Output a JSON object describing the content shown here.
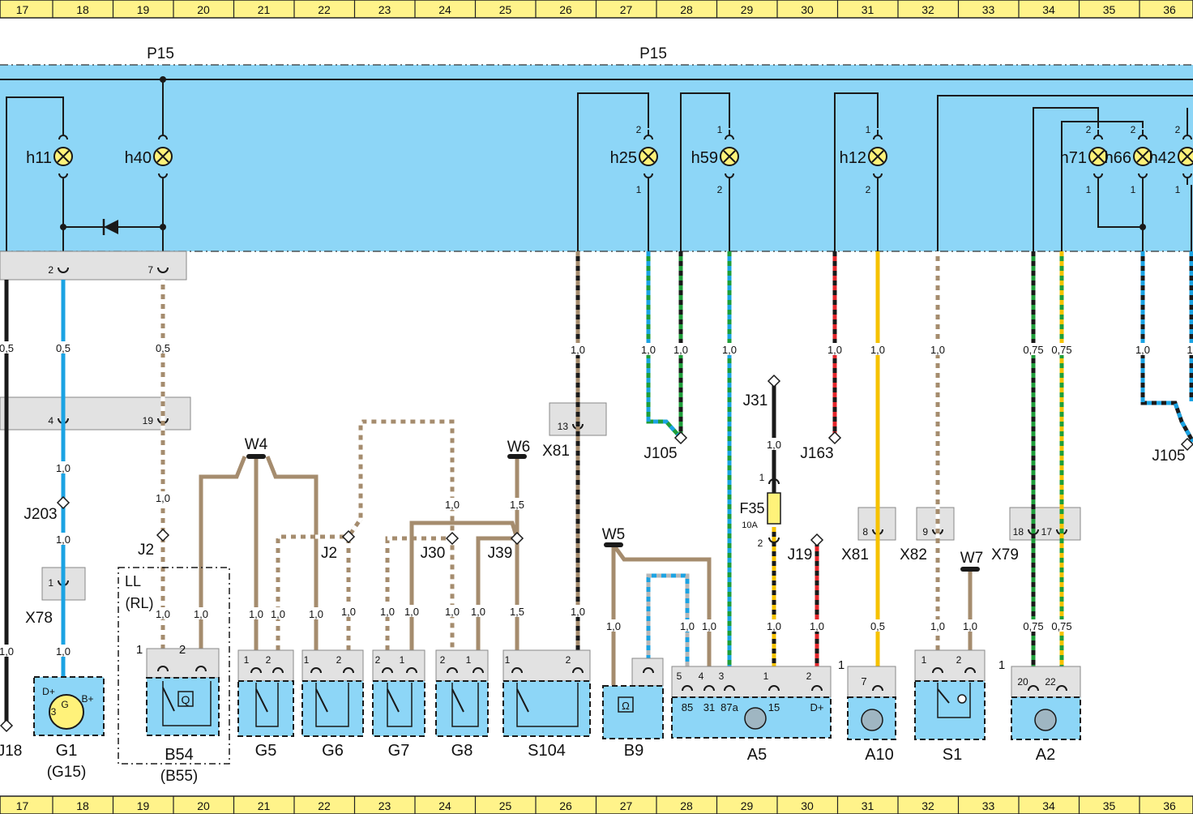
{
  "grid": {
    "columns": [
      "17",
      "18",
      "19",
      "20",
      "21",
      "22",
      "23",
      "24",
      "25",
      "26",
      "27",
      "28",
      "29",
      "30",
      "31",
      "32",
      "33",
      "34",
      "35",
      "36"
    ]
  },
  "bus": {
    "label_left": "P15",
    "label_right": "P15"
  },
  "lamps": [
    {
      "name": "h11",
      "pin_top": "",
      "pin_bottom": ""
    },
    {
      "name": "h40",
      "pin_top": "",
      "pin_bottom": ""
    },
    {
      "name": "h25",
      "pin_top": "2",
      "pin_bottom": "1"
    },
    {
      "name": "h59",
      "pin_top": "1",
      "pin_bottom": "2"
    },
    {
      "name": "h12",
      "pin_top": "1",
      "pin_bottom": "2"
    },
    {
      "name": "h71",
      "pin_top": "2",
      "pin_bottom": "1"
    },
    {
      "name": "h66",
      "pin_top": "2",
      "pin_bottom": "1"
    },
    {
      "name": "h42",
      "pin_top": "2",
      "pin_bottom": "1"
    }
  ],
  "splices": [
    "J203",
    "J2",
    "J2",
    "J30",
    "J39",
    "J105",
    "J31",
    "J163",
    "J19",
    "J105",
    "J18"
  ],
  "grounds": [
    "W4",
    "W6",
    "W5",
    "W7"
  ],
  "connectors": [
    {
      "name": "",
      "pins": [
        "2",
        "7"
      ]
    },
    {
      "name": "",
      "pins": [
        "4",
        "19"
      ]
    },
    {
      "name": "X78",
      "pins": [
        "1"
      ]
    },
    {
      "name": "X81",
      "pins": [
        "13"
      ]
    },
    {
      "name": "X81",
      "pins": [
        "8"
      ]
    },
    {
      "name": "X82",
      "pins": [
        "9"
      ]
    },
    {
      "name": "X79",
      "pins": [
        "18",
        "17"
      ]
    }
  ],
  "components": {
    "G1": {
      "name": "G1",
      "alt": "(G15)",
      "pins": [
        "D+",
        "B+",
        "3",
        "G"
      ]
    },
    "B54": {
      "name": "B54",
      "alt": "(B55)",
      "pins": [
        "1",
        "2"
      ],
      "relay": "Q",
      "group": "LL",
      "group_alt": "(RL)"
    },
    "G5": {
      "name": "G5",
      "pins": [
        "1",
        "2"
      ]
    },
    "G6": {
      "name": "G6",
      "pins": [
        "1",
        "2"
      ]
    },
    "G7": {
      "name": "G7",
      "pins": [
        "2",
        "1"
      ]
    },
    "G8": {
      "name": "G8",
      "pins": [
        "2",
        "1"
      ]
    },
    "S104": {
      "name": "S104",
      "pins": [
        "1",
        "2"
      ]
    },
    "B9": {
      "name": "B9",
      "relay": "Ω"
    },
    "A5": {
      "name": "A5",
      "pins": [
        "5",
        "4",
        "3",
        "1",
        "2"
      ],
      "terminals": [
        "85",
        "31",
        "87a",
        "15",
        "D+"
      ],
      "marker": "1"
    },
    "A10": {
      "name": "A10",
      "pins": [
        "7"
      ],
      "marker": "1"
    },
    "S1": {
      "name": "S1",
      "pins": [
        "1",
        "2"
      ]
    },
    "A2": {
      "name": "A2",
      "pins": [
        "20",
        "22"
      ]
    }
  },
  "fuse": {
    "name": "F35",
    "rating": "10A",
    "pin_top": "1",
    "pin_bottom": "2"
  },
  "gauges": [
    "0,5",
    "0,5",
    "0,5",
    "1,0",
    "1,0",
    "1,0",
    "1,0",
    "1,0",
    "1,0",
    "1,0",
    "1,0",
    "1,0",
    "1,0",
    "1,0",
    "1,0",
    "1,0",
    "1,0",
    "1,0",
    "1,0",
    "1,5",
    "1,5",
    "1,0",
    "1,0",
    "1,0",
    "1,0",
    "1,0",
    "1,0",
    "1,0",
    "1,0",
    "1,0",
    "0,75",
    "0,75",
    "1,0",
    "1,0",
    "1,0",
    "1,0",
    "1,0",
    "1,0",
    "0,5",
    "1,0",
    "1,0",
    "0,75",
    "0,75",
    "1"
  ],
  "colors": {
    "panel": "#8dd6f7",
    "connector": "#e2e2e2",
    "ruler": "#fff38a",
    "lamp": "#fff27a",
    "black": "#1a1a1a",
    "blue": "#1ba3e3",
    "brown": "#a58c6e",
    "white": "#ffffff",
    "green": "#1f9e3a",
    "yellow": "#f6c200",
    "red": "#e3262b",
    "grey": "#b7b7b7"
  }
}
